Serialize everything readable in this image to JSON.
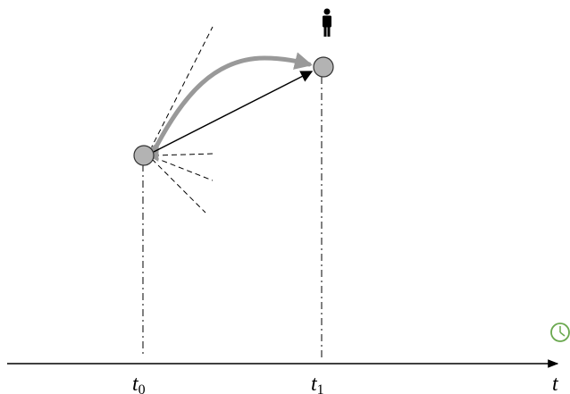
{
  "axis": {
    "t0_main": "t",
    "t0_sub": "0",
    "t1_main": "t",
    "t1_sub": "1",
    "end_label": "t"
  },
  "icons": {
    "person": "person-icon",
    "clock": "clock-icon"
  },
  "colors": {
    "node_fill": "#b3b3b3",
    "curve": "#999999",
    "clock_ring": "#6aa84f",
    "line": "#000000"
  }
}
